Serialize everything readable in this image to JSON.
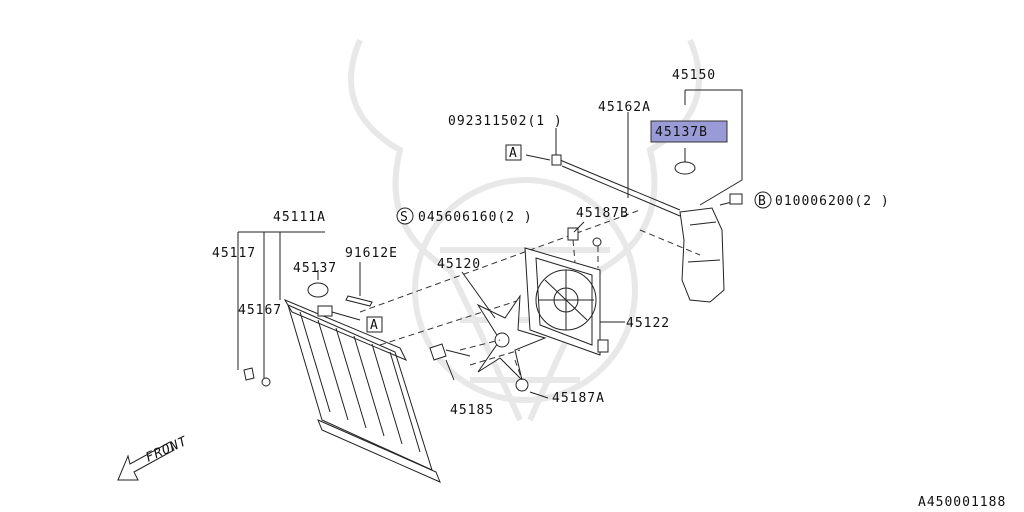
{
  "diagram": {
    "labels": {
      "p45150": "45150",
      "p45162a": "45162A",
      "p45137b": "45137B",
      "p092311502": "092311502(1 )",
      "p010006200": "010006200(2 )",
      "p045606160": "045606160(2 )",
      "p45187b": "45187B",
      "p45111a": "45111A",
      "p45117": "45117",
      "p91612e": "91612E",
      "p45137": "45137",
      "p45167": "45167",
      "p45120": "45120",
      "p45122": "45122",
      "p45185": "45185",
      "p45187a": "45187A"
    },
    "markers": {
      "a_top": "A",
      "a_mid": "A",
      "s_circle": "S",
      "b_circle": "B"
    },
    "front_label": "FRONT",
    "figure_id": "A450001188",
    "highlight_color": "#9a9ad6"
  }
}
